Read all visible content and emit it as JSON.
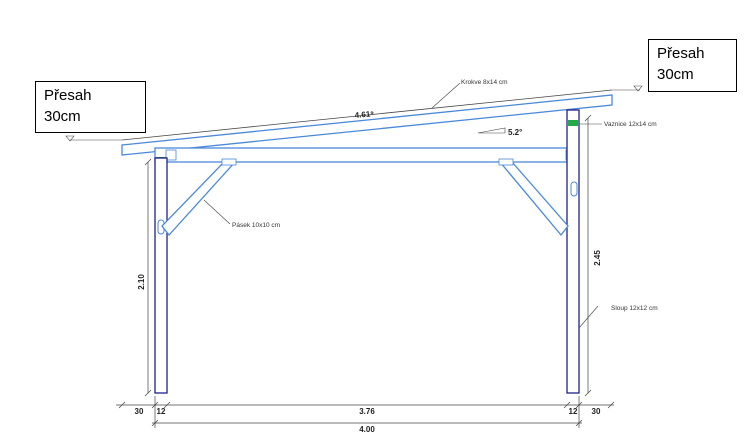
{
  "callouts": {
    "left": {
      "line1": "Přesah",
      "line2": "30cm"
    },
    "right": {
      "line1": "Přesah",
      "line2": "30cm"
    }
  },
  "labels": {
    "rafter_length": "4.61⁹",
    "rafter": "Krokve 8x14 cm",
    "purlin": "Vaznice 12x14 cm",
    "brace": "Pásek 10x10 cm",
    "post": "Sloup 12x12 cm",
    "slope": "5.2°"
  },
  "dimensions": {
    "left_height": "2.10",
    "right_height": "2.45",
    "overhang_left": "30",
    "post_left": "12",
    "span_inner": "3.76",
    "post_right": "12",
    "overhang_right": "30",
    "total": "4.00"
  },
  "colors": {
    "timber": "#4a88d9",
    "post": "#20208a",
    "purlin_joint": "#22aa44",
    "dimension": "#444444"
  }
}
